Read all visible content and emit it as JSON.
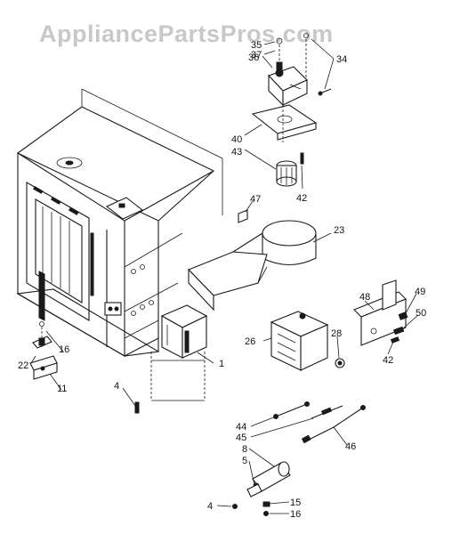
{
  "watermark": "AppliancePartsPros.com",
  "labels": {
    "l35": "35",
    "l37": "37",
    "l36": "36",
    "l34": "34",
    "l40": "40",
    "l43": "43",
    "l42a": "42",
    "l47": "47",
    "l23": "23",
    "l48": "48",
    "l49": "49",
    "l50": "50",
    "l42b": "42",
    "l16a": "16",
    "l22": "22",
    "l11": "11",
    "l1": "1",
    "l26": "26",
    "l28": "28",
    "l4a": "4",
    "l44": "44",
    "l45": "45",
    "l46": "46",
    "l8": "8",
    "l5": "5",
    "l4b": "4",
    "l15": "15",
    "l16b": "16"
  }
}
